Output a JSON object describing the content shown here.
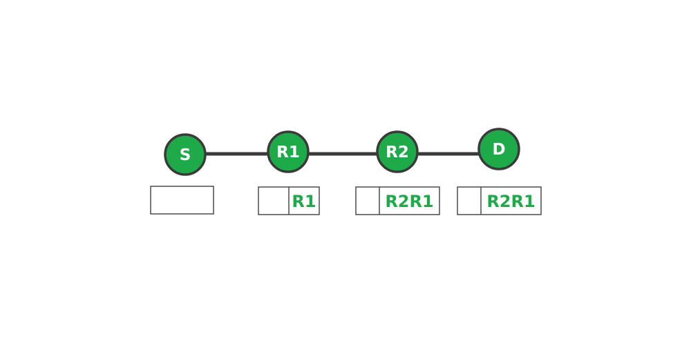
{
  "colors": {
    "node_fill": "#1faa4a",
    "node_stroke": "#3a3a3a",
    "link": "#3a3a3a",
    "box_stroke": "#4a4a4a",
    "box_text": "#1faa4a",
    "label_text": "#ffffff"
  },
  "nodes": [
    {
      "id": "S",
      "label": "S"
    },
    {
      "id": "R1",
      "label": "R1"
    },
    {
      "id": "R2",
      "label": "R2"
    },
    {
      "id": "D",
      "label": "D"
    }
  ],
  "links": [
    {
      "from": "S",
      "to": "R1"
    },
    {
      "from": "R1",
      "to": "R2"
    },
    {
      "from": "R2",
      "to": "D"
    }
  ],
  "route_boxes": [
    {
      "node": "S",
      "route": ""
    },
    {
      "node": "R1",
      "route": "R1"
    },
    {
      "node": "R2",
      "route": "R2R1"
    },
    {
      "node": "D",
      "route": "R2R1"
    }
  ]
}
